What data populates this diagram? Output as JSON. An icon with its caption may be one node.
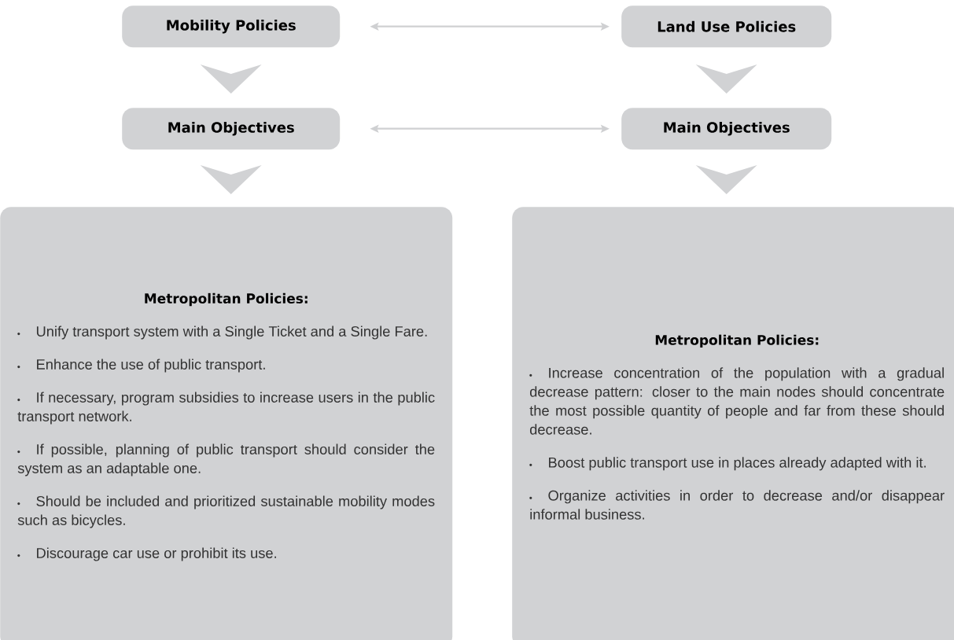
{
  "diagram": {
    "nodes": [
      {
        "text": [
          "Mobility Policies"
        ]
      },
      {
        "text": [
          "Land Use Policies"
        ]
      },
      {
        "text": [
          "Main Objectives"
        ]
      },
      {
        "text": [
          "Main Objectives"
        ]
      },
      {
        "text": [
          "Metropolitan Policies:",
          "Unify transport system with a Single Ticket and a Single Fare.",
          "Enhance the use of public transport.",
          "If necessary, program subsidies to increase users in the public transport network.",
          "If possible, planning of public transport should consider the system as an adaptable one.",
          "Should be included and prioritized sustainable mobility modes such as bicycles.",
          "Discourage car use or prohibit its use."
        ]
      },
      {
        "text": [
          "Metropolitan Policies:",
          "Increase concentration of the population with a gradual decrease pattern: closer to the main nodes should concentrate the most possible quantity of people and far from these should decrease.",
          "Boost public transport use in places already adapted with it.",
          "Organize activities in order to decrease and/or disappear informal business."
        ]
      }
    ],
    "edges": [
      {
        "from": 0,
        "to": 1,
        "arrow": "both"
      },
      {
        "from": 2,
        "to": 3,
        "arrow": "both"
      },
      {
        "from": 0,
        "to": 2,
        "arrow": "to"
      },
      {
        "from": 1,
        "to": 3,
        "arrow": "to"
      },
      {
        "from": 2,
        "to": 4,
        "arrow": "to"
      },
      {
        "from": 3,
        "to": 5,
        "arrow": "to"
      }
    ]
  }
}
